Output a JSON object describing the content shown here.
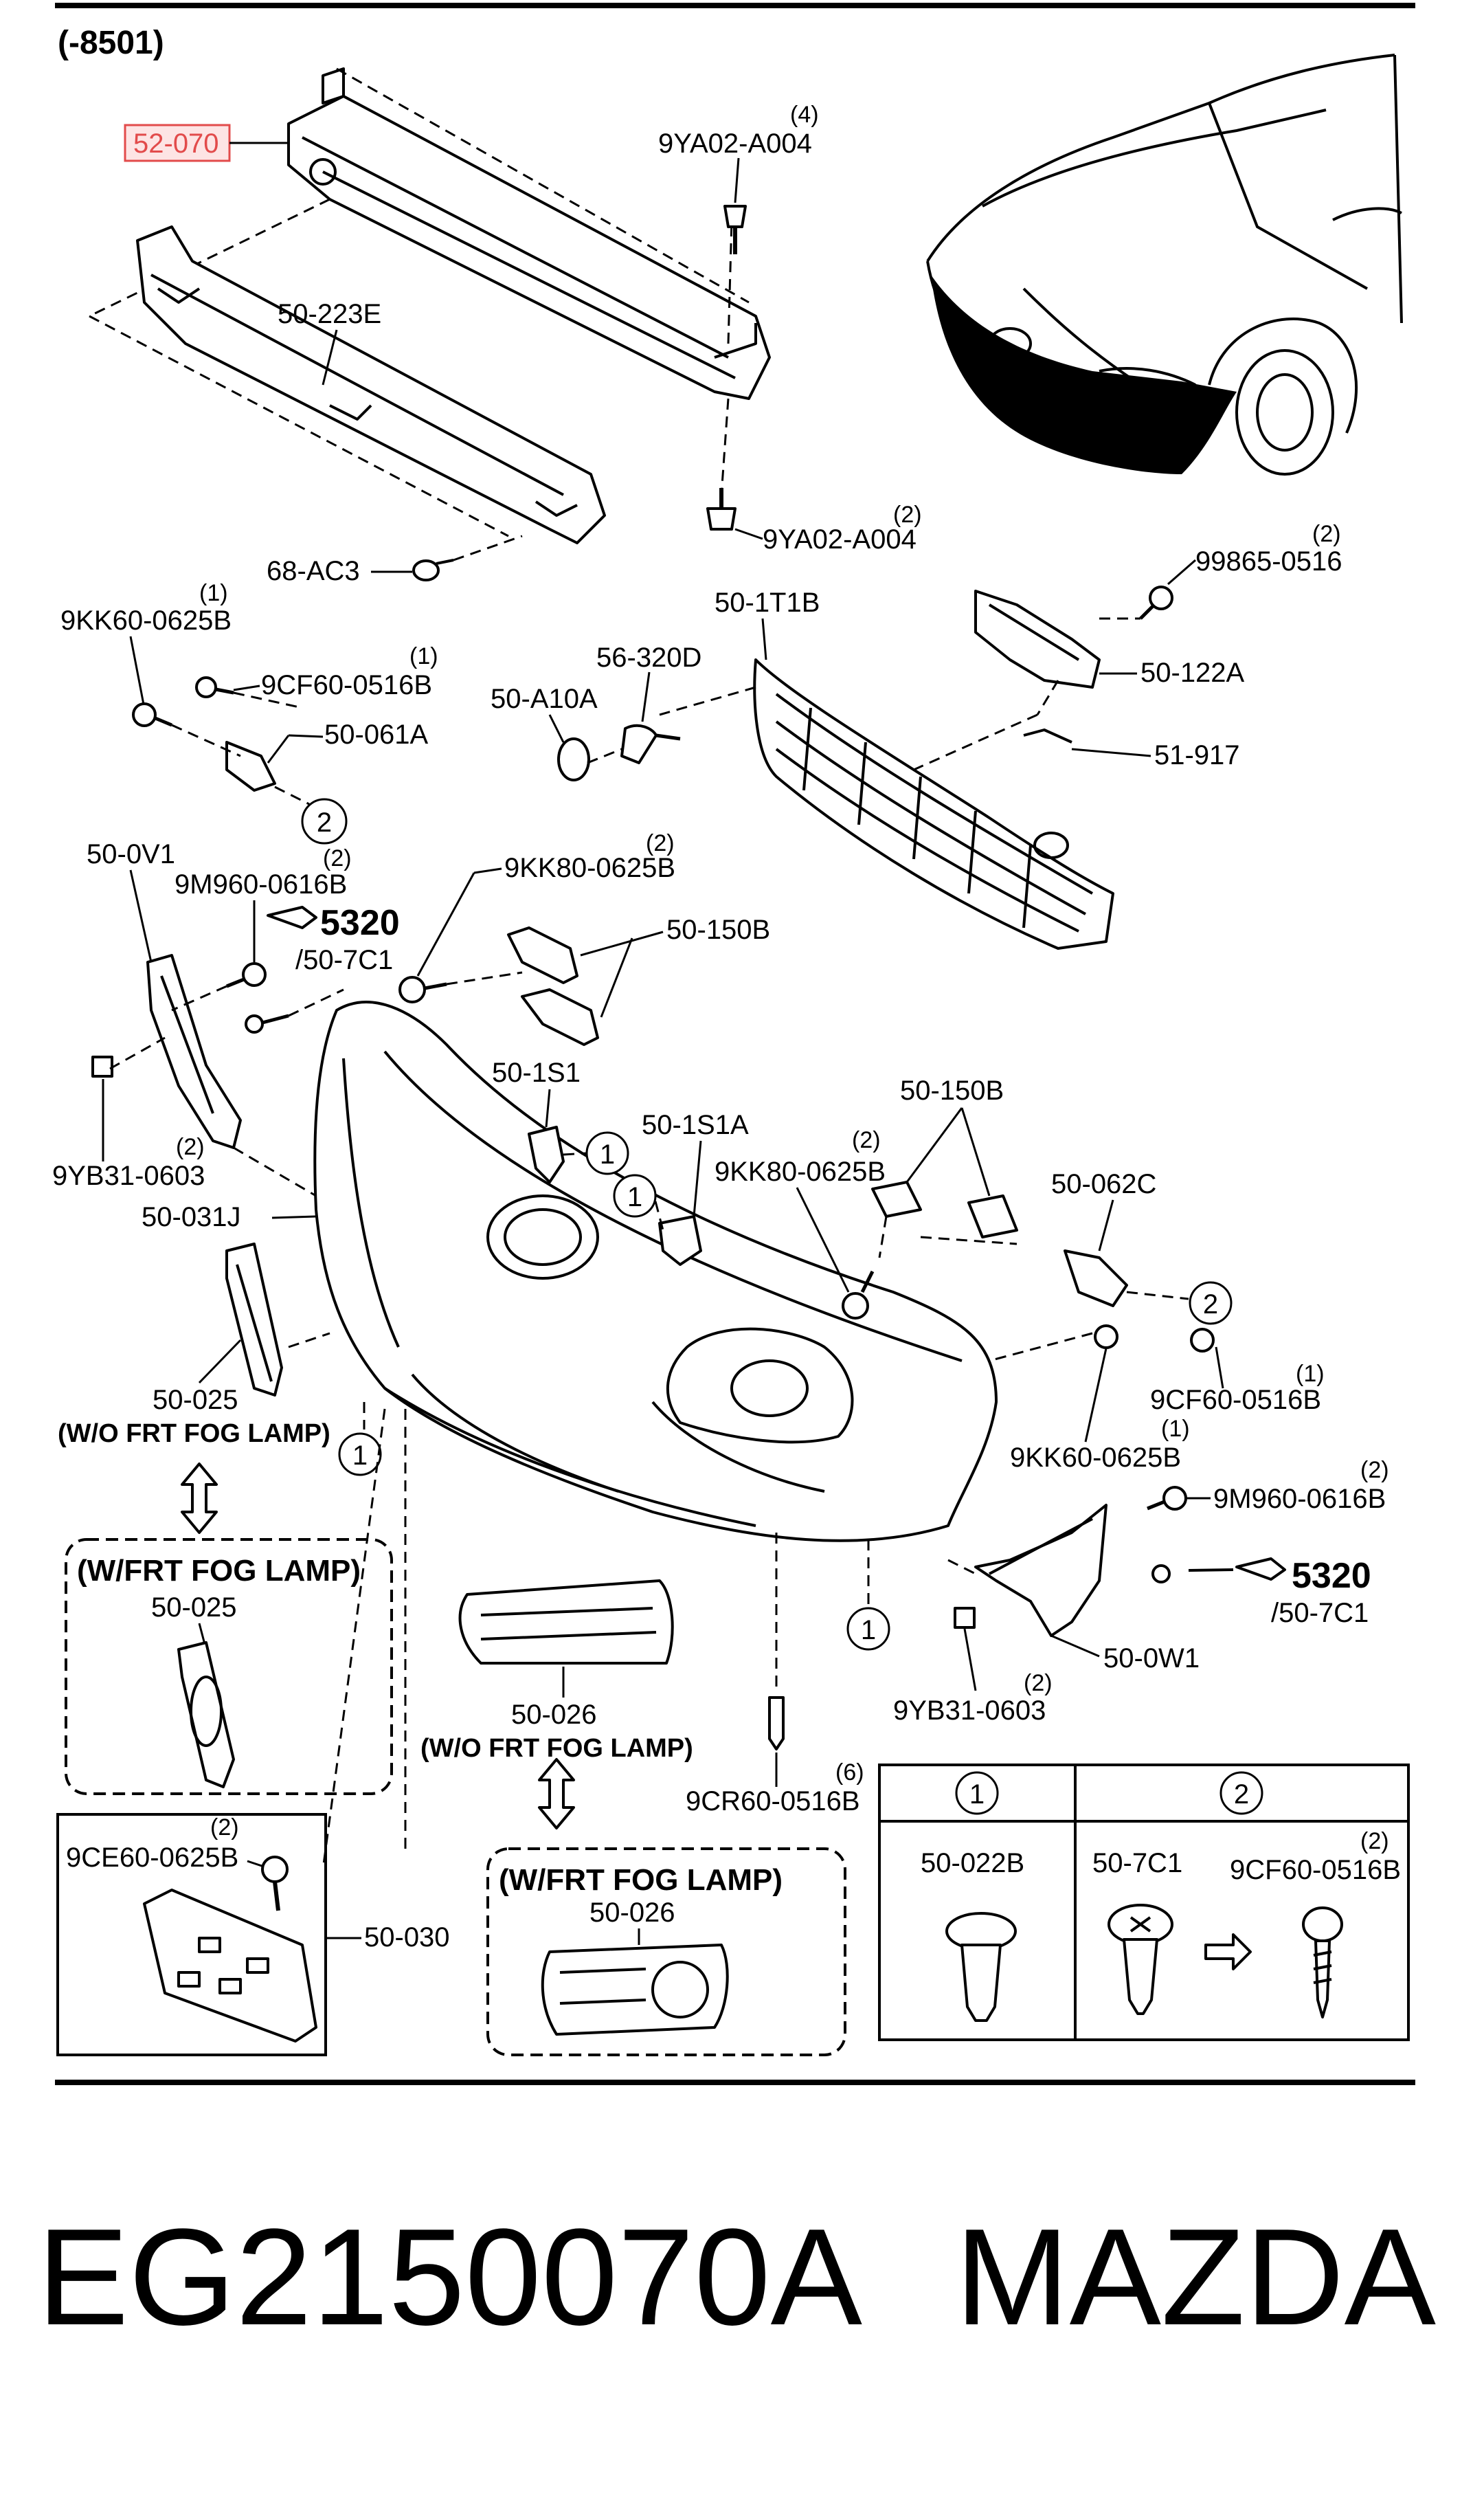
{
  "header": {
    "range": "(-8501)"
  },
  "highlight": {
    "part": "52-070",
    "color": "#e24b4b",
    "fill": "#fde4e4"
  },
  "labels": {
    "p9ya02_top": "9YA02-A004",
    "p9ya02_top_qty": "(4)",
    "p50_223e": "50-223E",
    "p9ya02_bot": "9YA02-A004",
    "p9ya02_bot_qty": "(2)",
    "p68_ac3": "68-AC3",
    "p99865": "99865-0516",
    "p99865_qty": "(2)",
    "p50_1t1b": "50-1T1B",
    "p50_122a": "50-122A",
    "p51_917": "51-917",
    "p9kk60_l": "9KK60-0625B",
    "p9kk60_l_qty": "(1)",
    "p9cf60_l": "9CF60-0516B",
    "p9cf60_l_qty": "(1)",
    "p50_061a": "50-061A",
    "p56_320d": "56-320D",
    "p50_a10a": "50-A10A",
    "p50_0v1": "50-0V1",
    "p9m960_l": "9M960-0616B",
    "p9m960_l_qty": "(2)",
    "p5320_l": "5320",
    "p50_7c1_l": "/50-7C1",
    "p9kk80_top": "9KK80-0625B",
    "p9kk80_top_qty": "(2)",
    "p50_150b_top": "50-150B",
    "p50_1s1": "50-1S1",
    "p50_1s1a": "50-1S1A",
    "p50_150b_mid": "50-150B",
    "p9kk80_mid": "9KK80-0625B",
    "p9kk80_mid_qty": "(2)",
    "p9yb31_l": "9YB31-0603",
    "p9yb31_l_qty": "(2)",
    "p50_031j": "50-031J",
    "p50_062c": "50-062C",
    "p9cf60_r": "9CF60-0516B",
    "p9cf60_r_qty": "(1)",
    "p9kk60_r": "9KK60-0625B",
    "p9kk60_r_qty": "(1)",
    "p9m960_r": "9M960-0616B",
    "p9m960_r_qty": "(2)",
    "p5320_r": "5320",
    "p50_7c1_r": "/50-7C1",
    "p50_0w1": "50-0W1",
    "p9yb31_r": "9YB31-0603",
    "p9yb31_r_qty": "(2)",
    "p50_025_a": "50-025",
    "wo_fog_1": "(W/O FRT FOG LAMP)",
    "w_fog_1": "(W/FRT FOG LAMP)",
    "p50_025_b": "50-025",
    "p50_026_a": "50-026",
    "wo_fog_2": "(W/O FRT FOG LAMP)",
    "p9cr60": "9CR60-0516B",
    "p9cr60_qty": "(6)",
    "w_fog_2": "(W/FRT FOG LAMP)",
    "p50_026_b": "50-026",
    "p9ce60": "9CE60-0625B",
    "p9ce60_qty": "(2)",
    "p50_030": "50-030"
  },
  "callouts": {
    "one": "1",
    "two": "2"
  },
  "legend": {
    "col1_head": "1",
    "col2_head": "2",
    "col1_part": "50-022B",
    "col2_part_a": "50-7C1",
    "col2_part_b": "9CF60-0516B",
    "col2_part_b_qty": "(2)"
  },
  "footer": {
    "part_number": "EG2150070A",
    "brand": "MAZDA"
  }
}
